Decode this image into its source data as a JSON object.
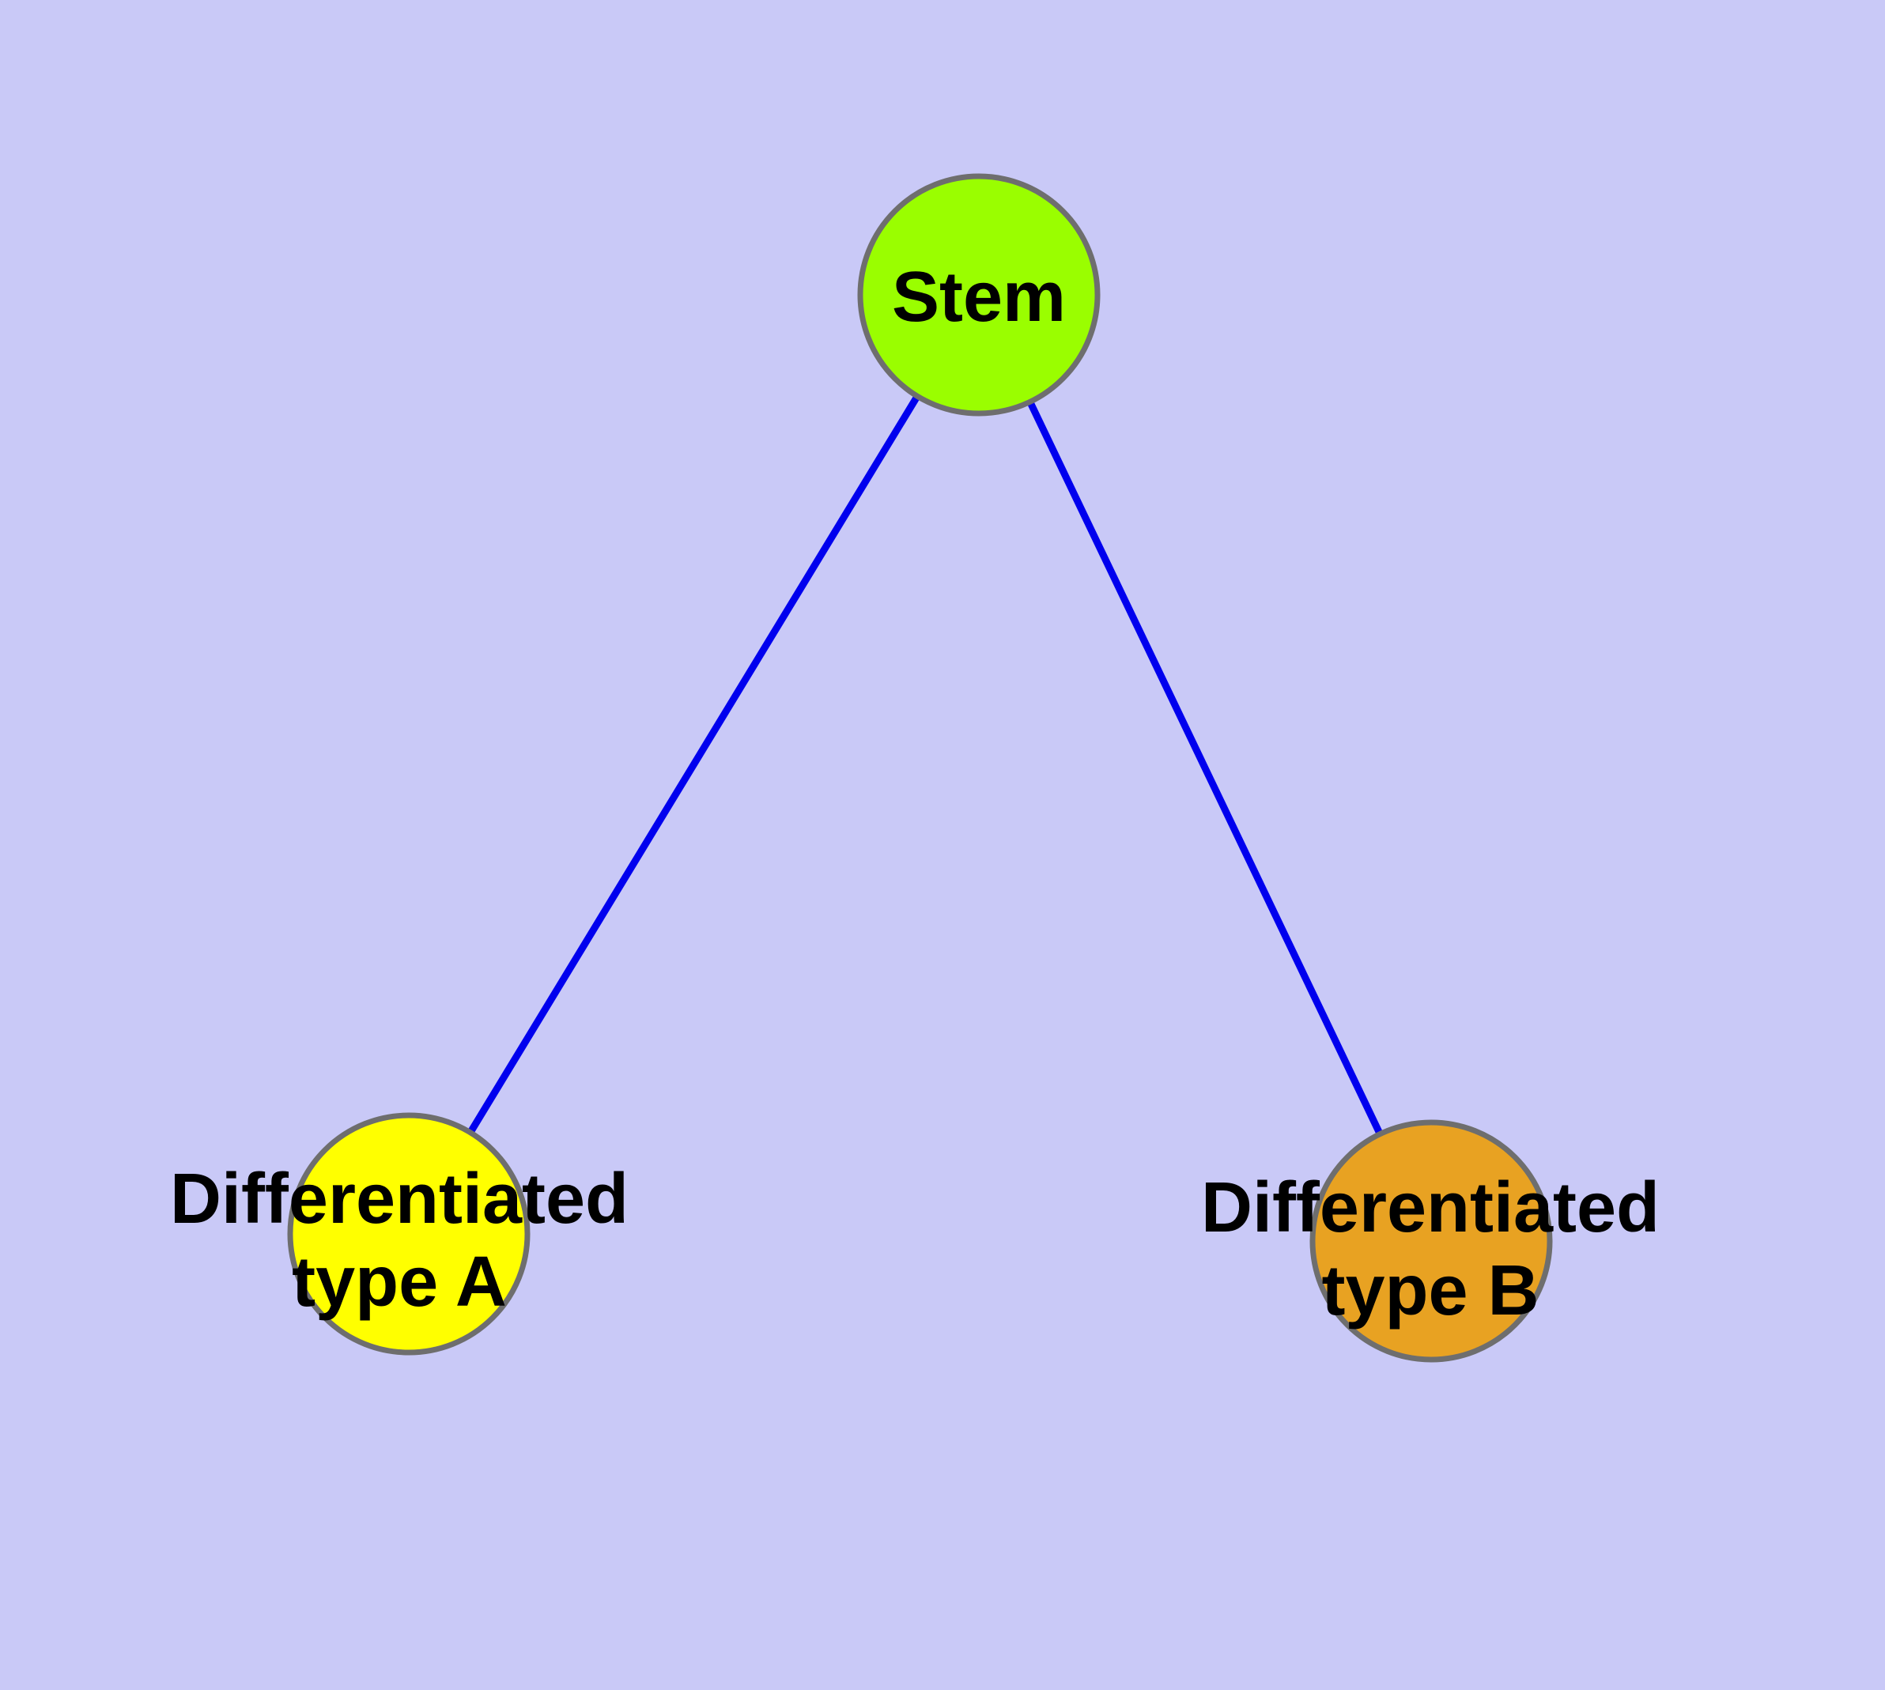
{
  "diagram": {
    "background_color": "#C9C9F7",
    "edge_color": "#0000EE",
    "node_border_color": "#6E6E6E",
    "label_color": "#000000",
    "nodes": [
      {
        "id": "stem",
        "label": "Stem",
        "fill": "#9AFE00"
      },
      {
        "id": "differentiated-type-a",
        "label": "Differentiated type A",
        "label_line1": "Differentiated",
        "label_line2": "type A",
        "fill": "#FFFF00"
      },
      {
        "id": "differentiated-type-b",
        "label": "Differentiated type B",
        "label_line1": "Differentiated",
        "label_line2": "type B",
        "fill": "#E8A222"
      }
    ],
    "edges": [
      {
        "from": "Stem",
        "to": "Differentiated type A"
      },
      {
        "from": "Stem",
        "to": "Differentiated type B"
      }
    ]
  }
}
